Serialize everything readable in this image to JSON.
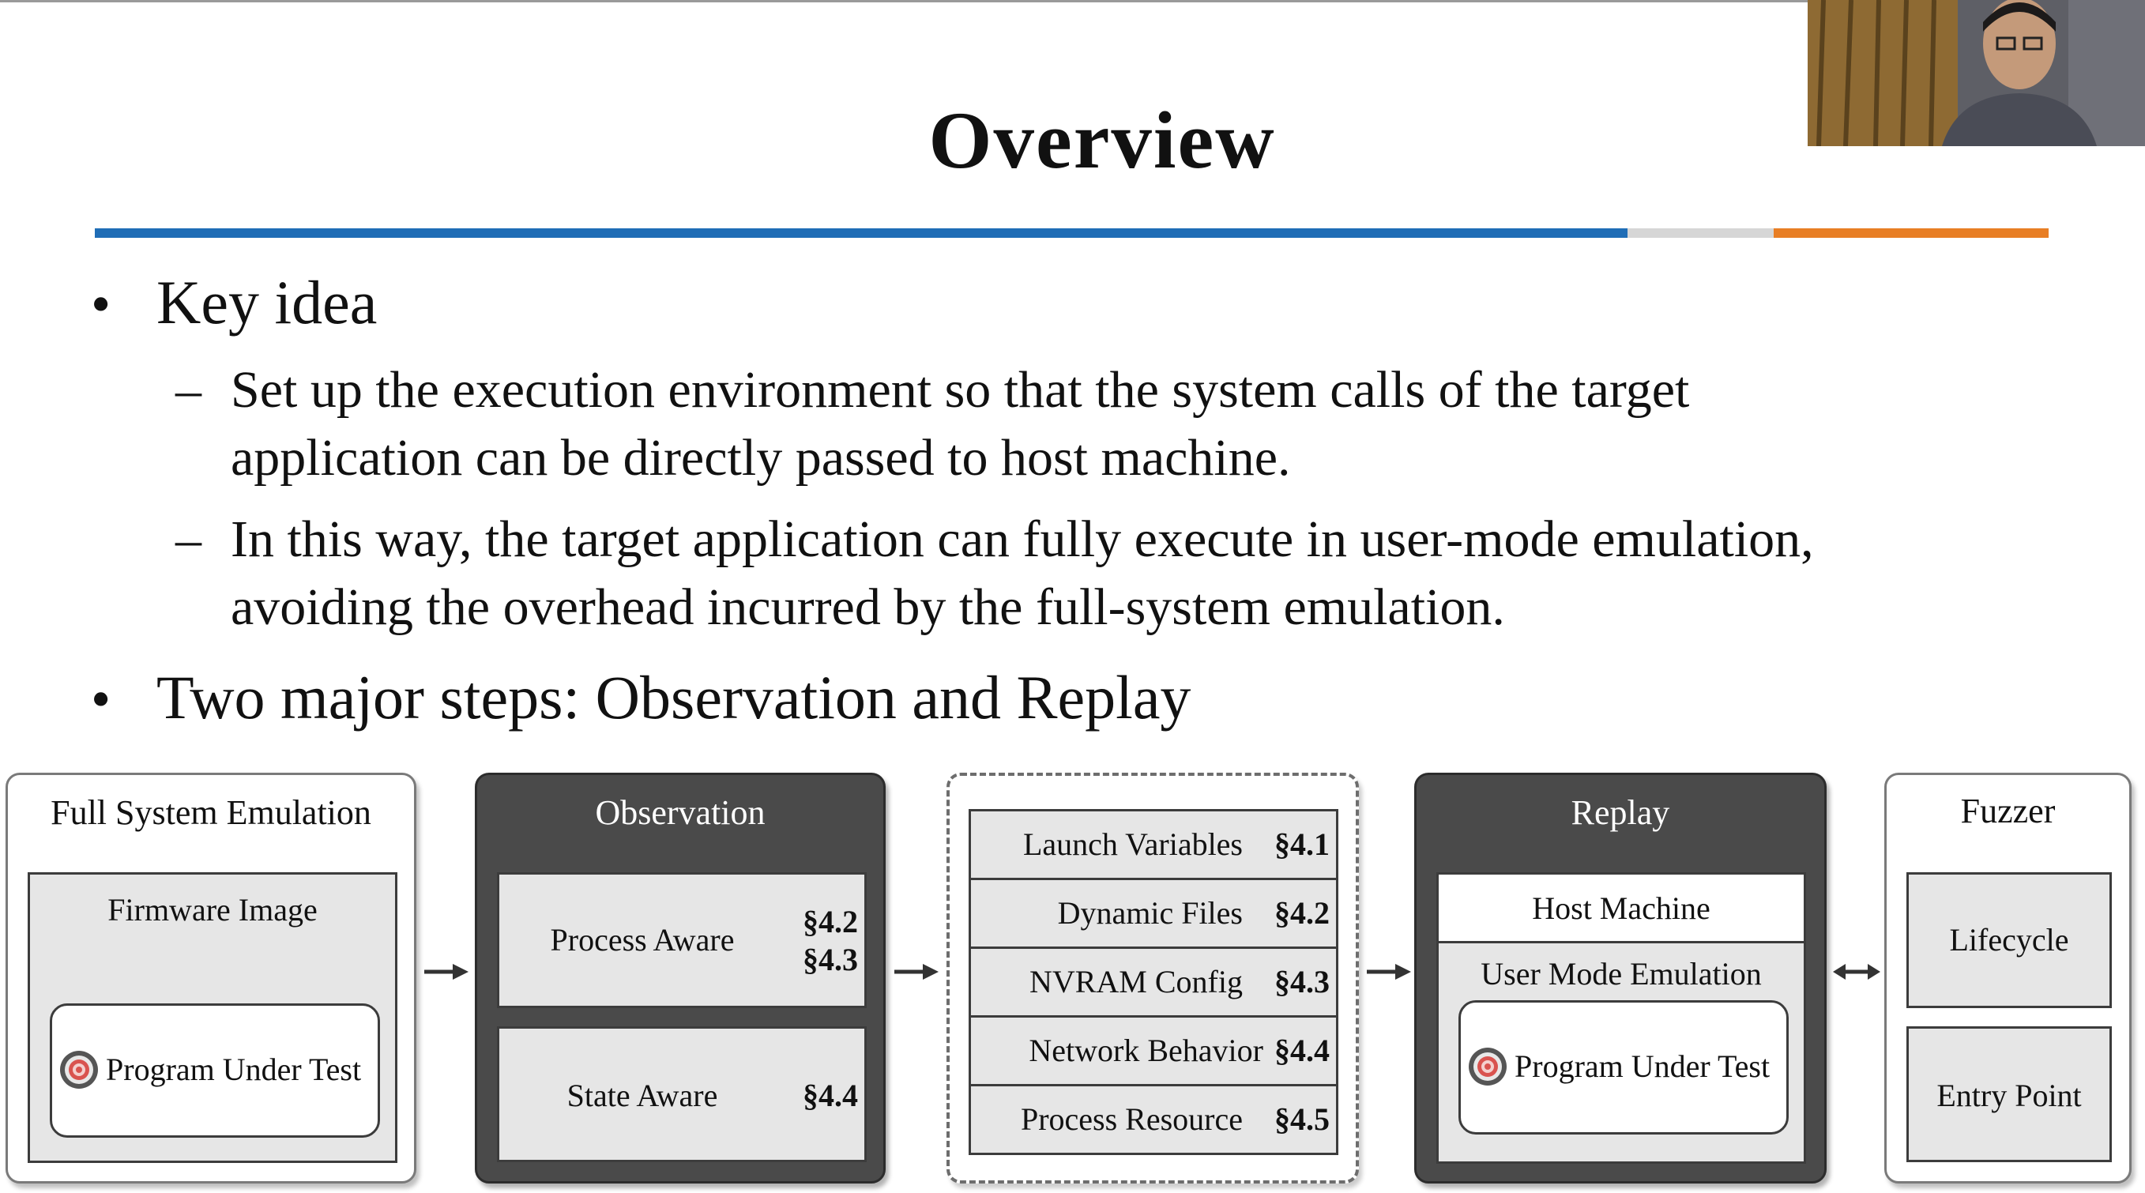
{
  "slide": {
    "title": "Overview",
    "bullets": [
      {
        "text": "Key idea",
        "subs": [
          {
            "line1": "Set up the execution environment so that the system calls of the target",
            "line2": "application can be directly passed to host machine."
          },
          {
            "line1": "In this way, the target application can fully execute in user-mode emulation,",
            "line2": "avoiding the overhead incurred by the full-system emulation."
          }
        ]
      },
      {
        "text": "Two major steps: Observation and Replay"
      }
    ],
    "bullet_glyph": "•",
    "dash_glyph": "–"
  },
  "diagram": {
    "full_system": {
      "title": "Full System Emulation",
      "firmware": "Firmware Image",
      "program": "Program Under Test"
    },
    "observation": {
      "title": "Observation",
      "process_aware": "Process Aware",
      "process_sections": [
        "§4.2",
        "§4.3"
      ],
      "state_aware": "State Aware",
      "state_section": "§4.4"
    },
    "artifacts": [
      {
        "label": "Launch Variables",
        "section": "§4.1"
      },
      {
        "label": "Dynamic Files",
        "section": "§4.2"
      },
      {
        "label": "NVRAM Config",
        "section": "§4.3"
      },
      {
        "label": "Network Behavior",
        "section": "§4.4"
      },
      {
        "label": "Process Resource",
        "section": "§4.5"
      }
    ],
    "replay": {
      "title": "Replay",
      "host": "Host Machine",
      "user_mode": "User Mode Emulation",
      "program": "Program Under Test"
    },
    "fuzzer": {
      "title": "Fuzzer",
      "lifecycle": "Lifecycle",
      "entry": "Entry Point"
    }
  },
  "colors": {
    "rule_blue": "#1f6db6",
    "rule_gray": "#d6d6d6",
    "rule_orange": "#e87e24",
    "dark_panel": "#4a4a4a",
    "inner_fill": "#e6e6e6"
  },
  "icons": {
    "target": "target-icon",
    "arrow": "arrow-right-icon",
    "double_arrow": "arrow-left-right-icon"
  }
}
